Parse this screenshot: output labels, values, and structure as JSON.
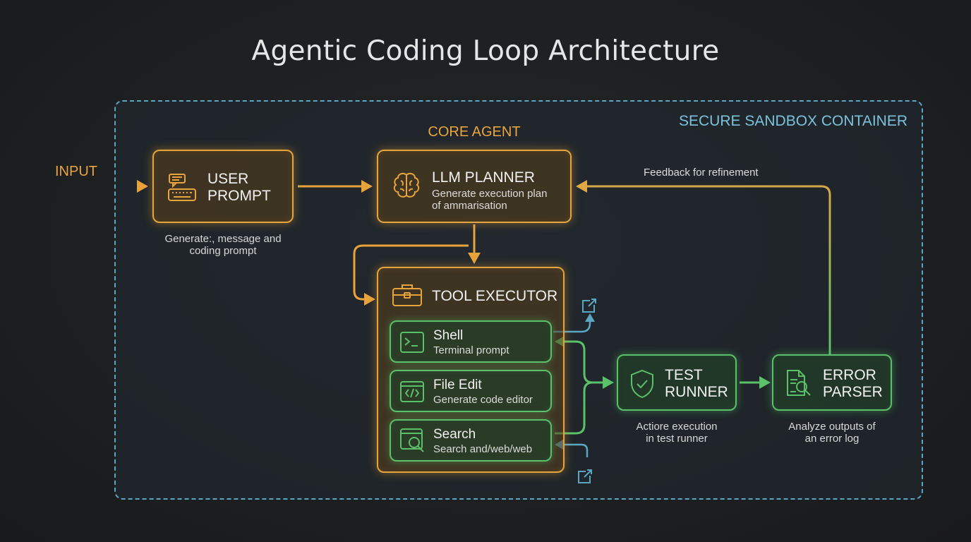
{
  "title": "Agentic Coding Loop Architecture",
  "sandbox_label": "SECURE SANDBOX CONTAINER",
  "core_agent_label": "CORE AGENT",
  "input_label": "INPUT",
  "feedback_label": "Feedback for refinement",
  "user_prompt": {
    "title_line1": "USER",
    "title_line2": "PROMPT",
    "caption_line1": "Generate:, message and",
    "caption_line2": "coding prompt"
  },
  "llm_planner": {
    "title": "LLM PLANNER",
    "desc_line1": "Generate execution plan",
    "desc_line2": "of ammarisation"
  },
  "tool_executor": {
    "title": "TOOL EXECUTOR",
    "tools": [
      {
        "name": "Shell",
        "desc": "Terminal prompt",
        "icon": "terminal-icon"
      },
      {
        "name": "File Edit",
        "desc": "Generate code editor",
        "icon": "code-editor-icon"
      },
      {
        "name": "Search",
        "desc": "Search and/web/web",
        "icon": "search-icon"
      }
    ]
  },
  "test_runner": {
    "title_line1": "TEST",
    "title_line2": "RUNNER",
    "caption_line1": "Actiore execution",
    "caption_line2": "in test runner"
  },
  "error_parser": {
    "title_line1": "ERROR",
    "title_line2": "PARSER",
    "caption_line1": "Analyze outputs of",
    "caption_line2": "an error log"
  },
  "colors": {
    "orange": "#e9a33b",
    "green": "#5bc06a",
    "blue": "#5aa7c4",
    "background": "#1e2022"
  }
}
